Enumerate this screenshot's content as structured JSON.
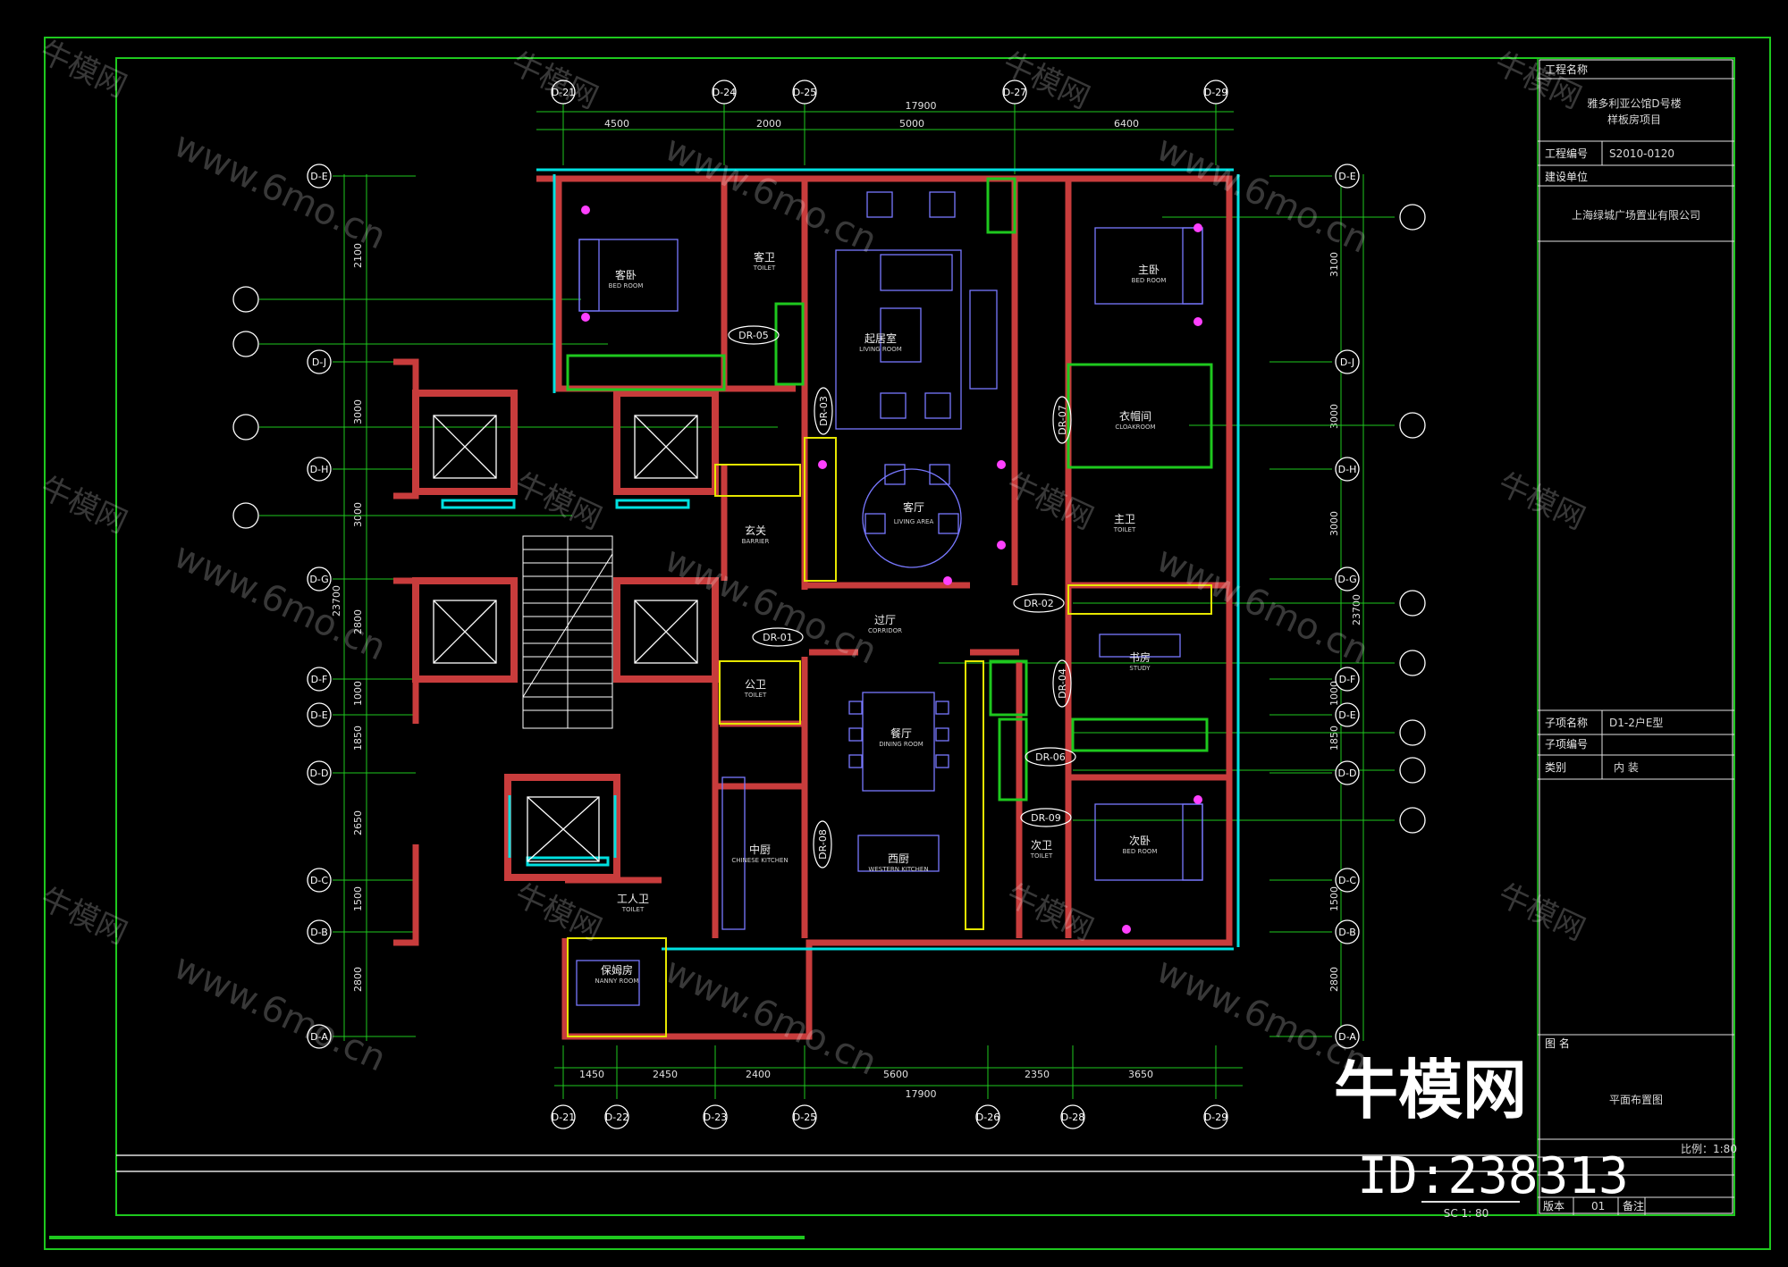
{
  "title_block": {
    "project_name_label": "工程名称",
    "project_name_line1": "雅多利亚公馆D号楼",
    "project_name_line2": "样板房项目",
    "project_no_label": "工程编号",
    "project_no": "S2010-0120",
    "owner_label": "建设单位",
    "owner": "上海绿城广场置业有限公司",
    "unit_name_label": "子项名称",
    "unit_name": "D1-2户E型",
    "unit_no_label": "子项编号",
    "category_label": "类别",
    "category": "内 装",
    "drawing_name_label": "图 名",
    "drawing_name": "平面布置图",
    "scale_text": "比例：1:80",
    "version_label": "版本",
    "version": "01",
    "remark_label": "备注"
  },
  "scale_bar_text": "SC 1: 80",
  "dimensions": {
    "top_total": "17900",
    "top_segments": [
      "4500",
      "2000",
      "5000",
      "6400"
    ],
    "bottom_total": "17900",
    "bottom_segments": [
      "1450",
      "2450",
      "2400",
      "5600",
      "2350",
      "3650"
    ],
    "left_total": "23700",
    "left_segments": [
      "2100",
      "3000",
      "3000",
      "2800",
      "1000",
      "1850",
      "2650",
      "1500",
      "2800"
    ],
    "right_total": "23700",
    "right_segments": [
      "3100",
      "3000",
      "3000",
      "1000",
      "1850",
      "1500",
      "2800"
    ]
  },
  "axes": {
    "top": [
      "D-21",
      "D-24",
      "D-25",
      "D-27",
      "D-29"
    ],
    "bottom": [
      "D-21",
      "D-22",
      "D-23",
      "D-25",
      "D-26",
      "D-28",
      "D-29"
    ],
    "left": [
      "D-E",
      "D-J",
      "D-H",
      "D-G",
      "D-F",
      "D-E",
      "D-D",
      "D-C",
      "D-B",
      "D-A"
    ],
    "right": [
      "D-E",
      "D-J",
      "D-H",
      "D-G",
      "D-F",
      "D-E",
      "D-D",
      "D-C",
      "D-B",
      "D-A"
    ]
  },
  "rooms": [
    {
      "cn": "客卧",
      "en": "BED ROOM"
    },
    {
      "cn": "客卫",
      "en": "TOILET"
    },
    {
      "cn": "起居室",
      "en": "LIVING ROOM"
    },
    {
      "cn": "主卧",
      "en": "BED ROOM"
    },
    {
      "cn": "衣帽间",
      "en": "CLOAKROOM"
    },
    {
      "cn": "主卫",
      "en": "TOILET"
    },
    {
      "cn": "客厅",
      "en": "LIVING AREA"
    },
    {
      "cn": "玄关",
      "en": "BARRIER"
    },
    {
      "cn": "过厅",
      "en": "CORRIDOR"
    },
    {
      "cn": "书房",
      "en": "STUDY"
    },
    {
      "cn": "公卫",
      "en": "TOILET"
    },
    {
      "cn": "餐厅",
      "en": "DINING ROOM"
    },
    {
      "cn": "次卧",
      "en": "BED ROOM"
    },
    {
      "cn": "次卫",
      "en": "TOILET"
    },
    {
      "cn": "中厨",
      "en": "CHINESE KITCHEN"
    },
    {
      "cn": "西厨",
      "en": "WESTERN KITCHEN"
    },
    {
      "cn": "工人卫",
      "en": "TOILET"
    },
    {
      "cn": "保姆房",
      "en": "NANNY ROOM"
    }
  ],
  "doors": [
    "DR-01",
    "DR-02",
    "DR-03",
    "DR-04",
    "DR-05",
    "DR-06",
    "DR-07",
    "DR-08",
    "DR-09"
  ],
  "watermark": {
    "text": "牛模网",
    "url": "www.6mo.cn"
  },
  "brand": {
    "name": "牛模网",
    "id": "ID:238313"
  },
  "colors": {
    "frame_green": "#1ec81e",
    "wall_red": "#c83c3c",
    "cyan": "#00e0e0",
    "yellow": "#e6e600",
    "furniture": "#7878ff",
    "magenta": "#ff40ff"
  }
}
